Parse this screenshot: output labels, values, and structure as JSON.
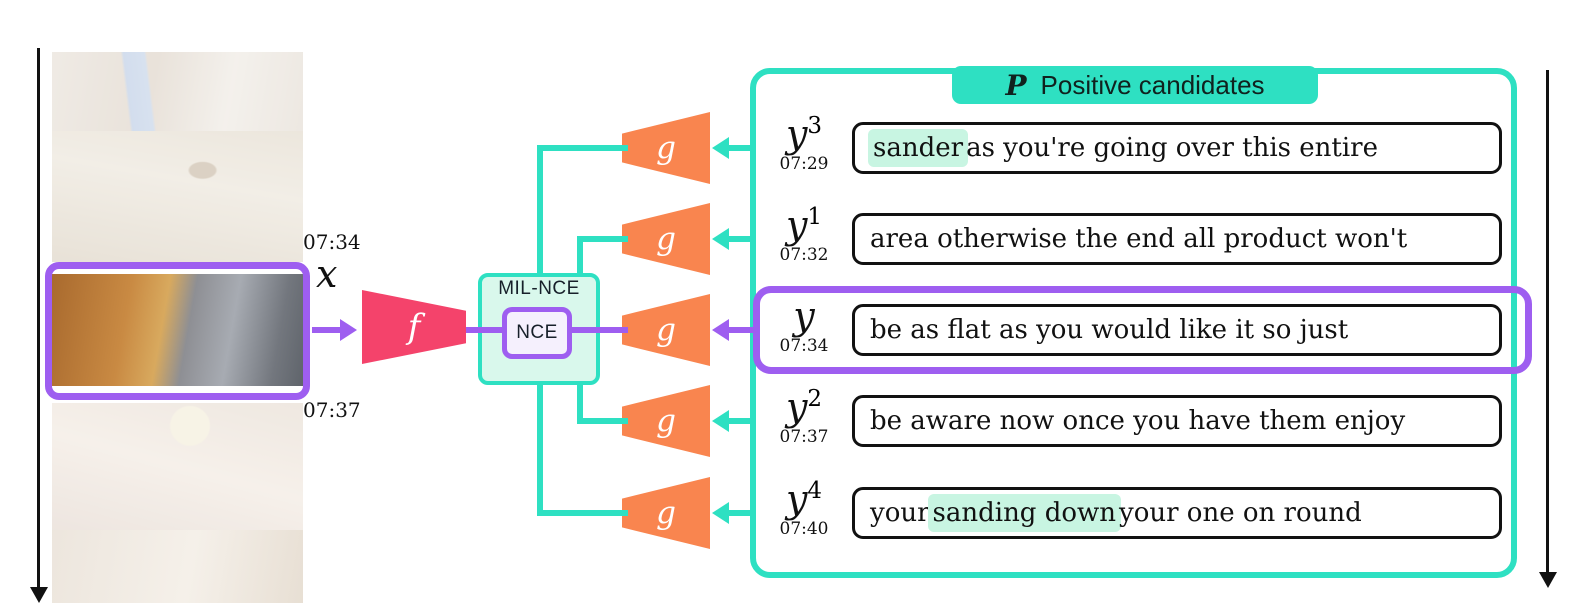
{
  "figure": {
    "video_timeline": {
      "clip_start_time": "07:34",
      "clip_end_time": "07:37",
      "clip_label": "x",
      "frames": [
        {
          "name": "frame-table-saw",
          "selected": false
        },
        {
          "name": "frame-wood-shavings",
          "selected": false
        },
        {
          "name": "frame-sanding-selected",
          "selected": true
        },
        {
          "name": "frame-glue-bottle",
          "selected": false
        },
        {
          "name": "frame-hands-on-wood",
          "selected": false
        }
      ]
    },
    "encoders": {
      "video_encoder_label": "f",
      "text_encoder_label": "g",
      "outer_loss_label": "MIL-NCE",
      "inner_loss_label": "NCE"
    },
    "candidates_panel": {
      "title_symbol": "P",
      "title": "Positive candidates",
      "rows": [
        {
          "label": "y",
          "superscript": "3",
          "time": "07:29",
          "selected": false,
          "segments": [
            {
              "text": "sander",
              "highlight": true
            },
            {
              "text": " as you're going over this entire",
              "highlight": false
            }
          ]
        },
        {
          "label": "y",
          "superscript": "1",
          "time": "07:32",
          "selected": false,
          "segments": [
            {
              "text": "area otherwise the end all product won't",
              "highlight": false
            }
          ]
        },
        {
          "label": "y",
          "superscript": "",
          "time": "07:34",
          "selected": true,
          "segments": [
            {
              "text": "be as flat as you would like it so just",
              "highlight": false
            }
          ]
        },
        {
          "label": "y",
          "superscript": "2",
          "time": "07:37",
          "selected": false,
          "segments": [
            {
              "text": "be aware now once you have them enjoy",
              "highlight": false
            }
          ]
        },
        {
          "label": "y",
          "superscript": "4",
          "time": "07:40",
          "selected": false,
          "segments": [
            {
              "text": "your ",
              "highlight": false
            },
            {
              "text": "sanding down",
              "highlight": true
            },
            {
              "text": " your one on round",
              "highlight": false
            }
          ]
        }
      ]
    },
    "colors": {
      "teal": "#2ee0c2",
      "mint": "#d9f8ec",
      "purple": "#9e5ef0",
      "orange": "#f9854f",
      "pink": "#f4436b",
      "lavender": "#f5f0fd",
      "highlight": "#c8f5e2"
    }
  }
}
